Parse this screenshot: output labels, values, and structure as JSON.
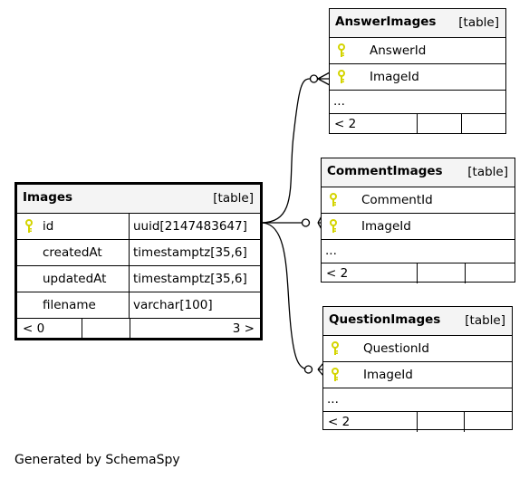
{
  "images_table": {
    "name": "Images",
    "kind": "[table]",
    "columns": [
      {
        "name": "id",
        "type": "uuid[2147483647]",
        "is_key": true
      },
      {
        "name": "createdAt",
        "type": "timestamptz[35,6]",
        "is_key": false
      },
      {
        "name": "updatedAt",
        "type": "timestamptz[35,6]",
        "is_key": false
      },
      {
        "name": "filename",
        "type": "varchar[100]",
        "is_key": false
      }
    ],
    "footer_left": "< 0",
    "footer_right": "3 >"
  },
  "answer_images_table": {
    "name": "AnswerImages",
    "kind": "[table]",
    "columns": [
      {
        "name": "AnswerId",
        "is_key": true
      },
      {
        "name": "ImageId",
        "is_key": true
      }
    ],
    "more": "...",
    "footer_left": "< 2"
  },
  "comment_images_table": {
    "name": "CommentImages",
    "kind": "[table]",
    "columns": [
      {
        "name": "CommentId",
        "is_key": true
      },
      {
        "name": "ImageId",
        "is_key": true
      }
    ],
    "more": "...",
    "footer_left": "< 2"
  },
  "question_images_table": {
    "name": "QuestionImages",
    "kind": "[table]",
    "columns": [
      {
        "name": "QuestionId",
        "is_key": true
      },
      {
        "name": "ImageId",
        "is_key": true
      }
    ],
    "more": "...",
    "footer_left": "< 2"
  },
  "credit": "Generated by SchemaSpy",
  "colors": {
    "key_icon": "#d4d400",
    "header_bg": "#f4f4f4",
    "line": "#000000"
  }
}
